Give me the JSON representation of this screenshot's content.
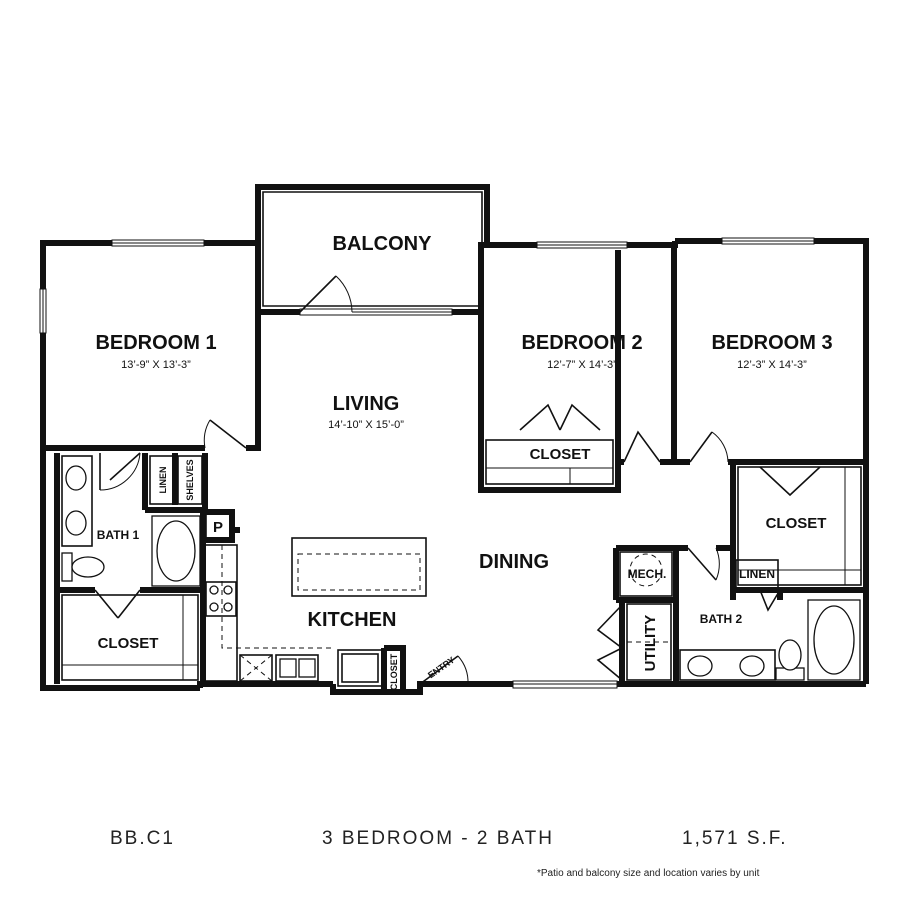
{
  "rooms": {
    "bedroom1": {
      "name": "BEDROOM 1",
      "dims": "13’-9” X 13’-3”"
    },
    "bedroom2": {
      "name": "BEDROOM 2",
      "dims": "12’-7” X 14’-3”"
    },
    "bedroom3": {
      "name": "BEDROOM 3",
      "dims": "12’-3” X 14’-3”"
    },
    "living": {
      "name": "LIVING",
      "dims": "14’-10” X 15’-0”"
    },
    "balcony": "BALCONY",
    "dining": "DINING",
    "kitchen": "KITCHEN",
    "bath1": "BATH 1",
    "bath2": "BATH 2",
    "closet_b1": "CLOSET",
    "closet_b2": "CLOSET",
    "closet_b3": "CLOSET",
    "closet_entry": "CLOSET",
    "linen1": "LINEN",
    "linen2": "LINEN",
    "shelves": "SHELVES",
    "pantry": "P",
    "mech": "MECH.",
    "utility": "UTILITY",
    "entry": "ENTRY"
  },
  "footer": {
    "unit_code": "BB.C1",
    "unit_type": "3 BEDROOM - 2 BATH",
    "area": "1,571 S.F.",
    "note": "*Patio and balcony size and location varies by unit"
  }
}
